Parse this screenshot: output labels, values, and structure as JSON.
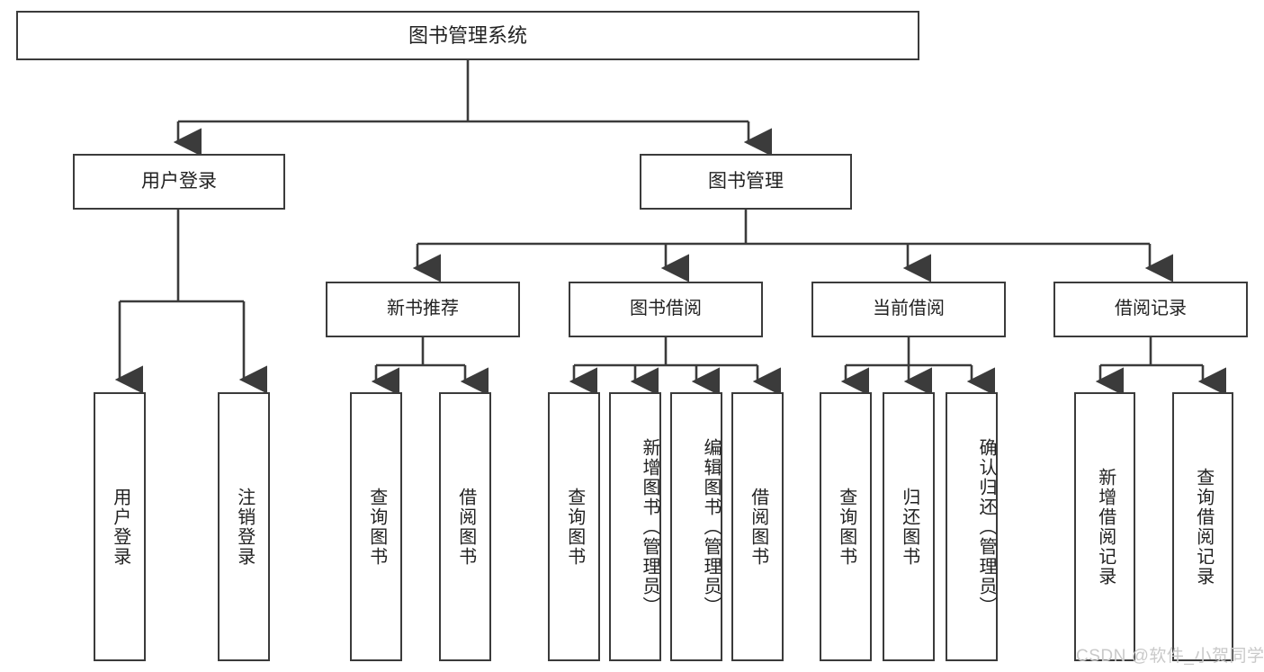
{
  "diagram": {
    "type": "tree-hierarchy-chart",
    "title": "图书管理系统",
    "root": {
      "label": "图书管理系统"
    },
    "level2": [
      {
        "id": "user-login",
        "label": "用户登录"
      },
      {
        "id": "book-management",
        "label": "图书管理"
      }
    ],
    "level3": [
      {
        "id": "new-book-recommend",
        "label": "新书推荐"
      },
      {
        "id": "book-borrow",
        "label": "图书借阅"
      },
      {
        "id": "current-borrow",
        "label": "当前借阅"
      },
      {
        "id": "borrow-record",
        "label": "借阅记录"
      }
    ],
    "leaves": {
      "user_login": [
        {
          "id": "leaf-user-login",
          "label": "用户登录"
        },
        {
          "id": "leaf-logout-login",
          "label": "注销登录"
        }
      ],
      "new_book_recommend": [
        {
          "id": "leaf-query-book-1",
          "label": "查询图书"
        },
        {
          "id": "leaf-borrow-book-1",
          "label": "借阅图书"
        }
      ],
      "book_borrow": [
        {
          "id": "leaf-query-book-2",
          "label": "查询图书"
        },
        {
          "id": "leaf-add-book-admin",
          "label": "新增图书（管理员）"
        },
        {
          "id": "leaf-edit-book-admin",
          "label": "编辑图书（管理员）"
        },
        {
          "id": "leaf-borrow-book-2",
          "label": "借阅图书"
        }
      ],
      "current_borrow": [
        {
          "id": "leaf-query-book-3",
          "label": "查询图书"
        },
        {
          "id": "leaf-return-book",
          "label": "归还图书"
        },
        {
          "id": "leaf-confirm-return-admin",
          "label": "确认归还（管理员）"
        }
      ],
      "borrow_record": [
        {
          "id": "leaf-add-borrow-record",
          "label": "新增借阅记录"
        },
        {
          "id": "leaf-query-borrow-record",
          "label": "查询借阅记录"
        }
      ]
    },
    "watermark": "CSDN @软件_小贺同学",
    "colors": {
      "border": "#3b3b3b",
      "text": "#222222",
      "background": "#ffffff",
      "watermark": "#c9c9c9"
    }
  }
}
